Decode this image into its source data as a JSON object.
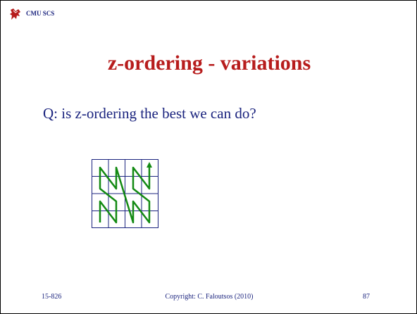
{
  "header": {
    "label": "CMU SCS",
    "logo_icon": "dragon-logo-icon"
  },
  "title": "z-ordering - variations",
  "question": "Q: is z-ordering the best we can do?",
  "diagram": {
    "grid_cells": 4,
    "grid_color": "#1a237e",
    "curve_color": "#138a13",
    "curve_type": "z-order with arrow"
  },
  "footer": {
    "left": "15-826",
    "center": "Copyright: C. Faloutsos (2010)",
    "right": "87"
  },
  "colors": {
    "title": "#b71c1c",
    "text": "#1a237e",
    "border": "#000000"
  }
}
